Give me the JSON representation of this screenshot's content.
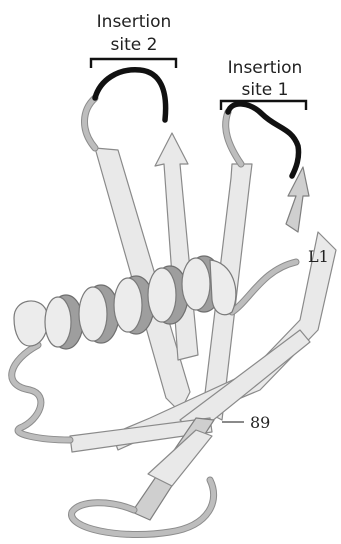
{
  "labels": {
    "insertion_site_2": [
      "Insertion",
      "site 2"
    ],
    "insertion_site_1": [
      "Insertion",
      "site 1"
    ],
    "residue_l1": "L1",
    "residue_89": "89"
  },
  "colors": {
    "ribbon_light": "#e9e9e9",
    "ribbon_shadow": "#9e9e9e",
    "ribbon_edge": "#7a7a7a",
    "insertion_loop": "#111111",
    "background": "#ffffff"
  }
}
